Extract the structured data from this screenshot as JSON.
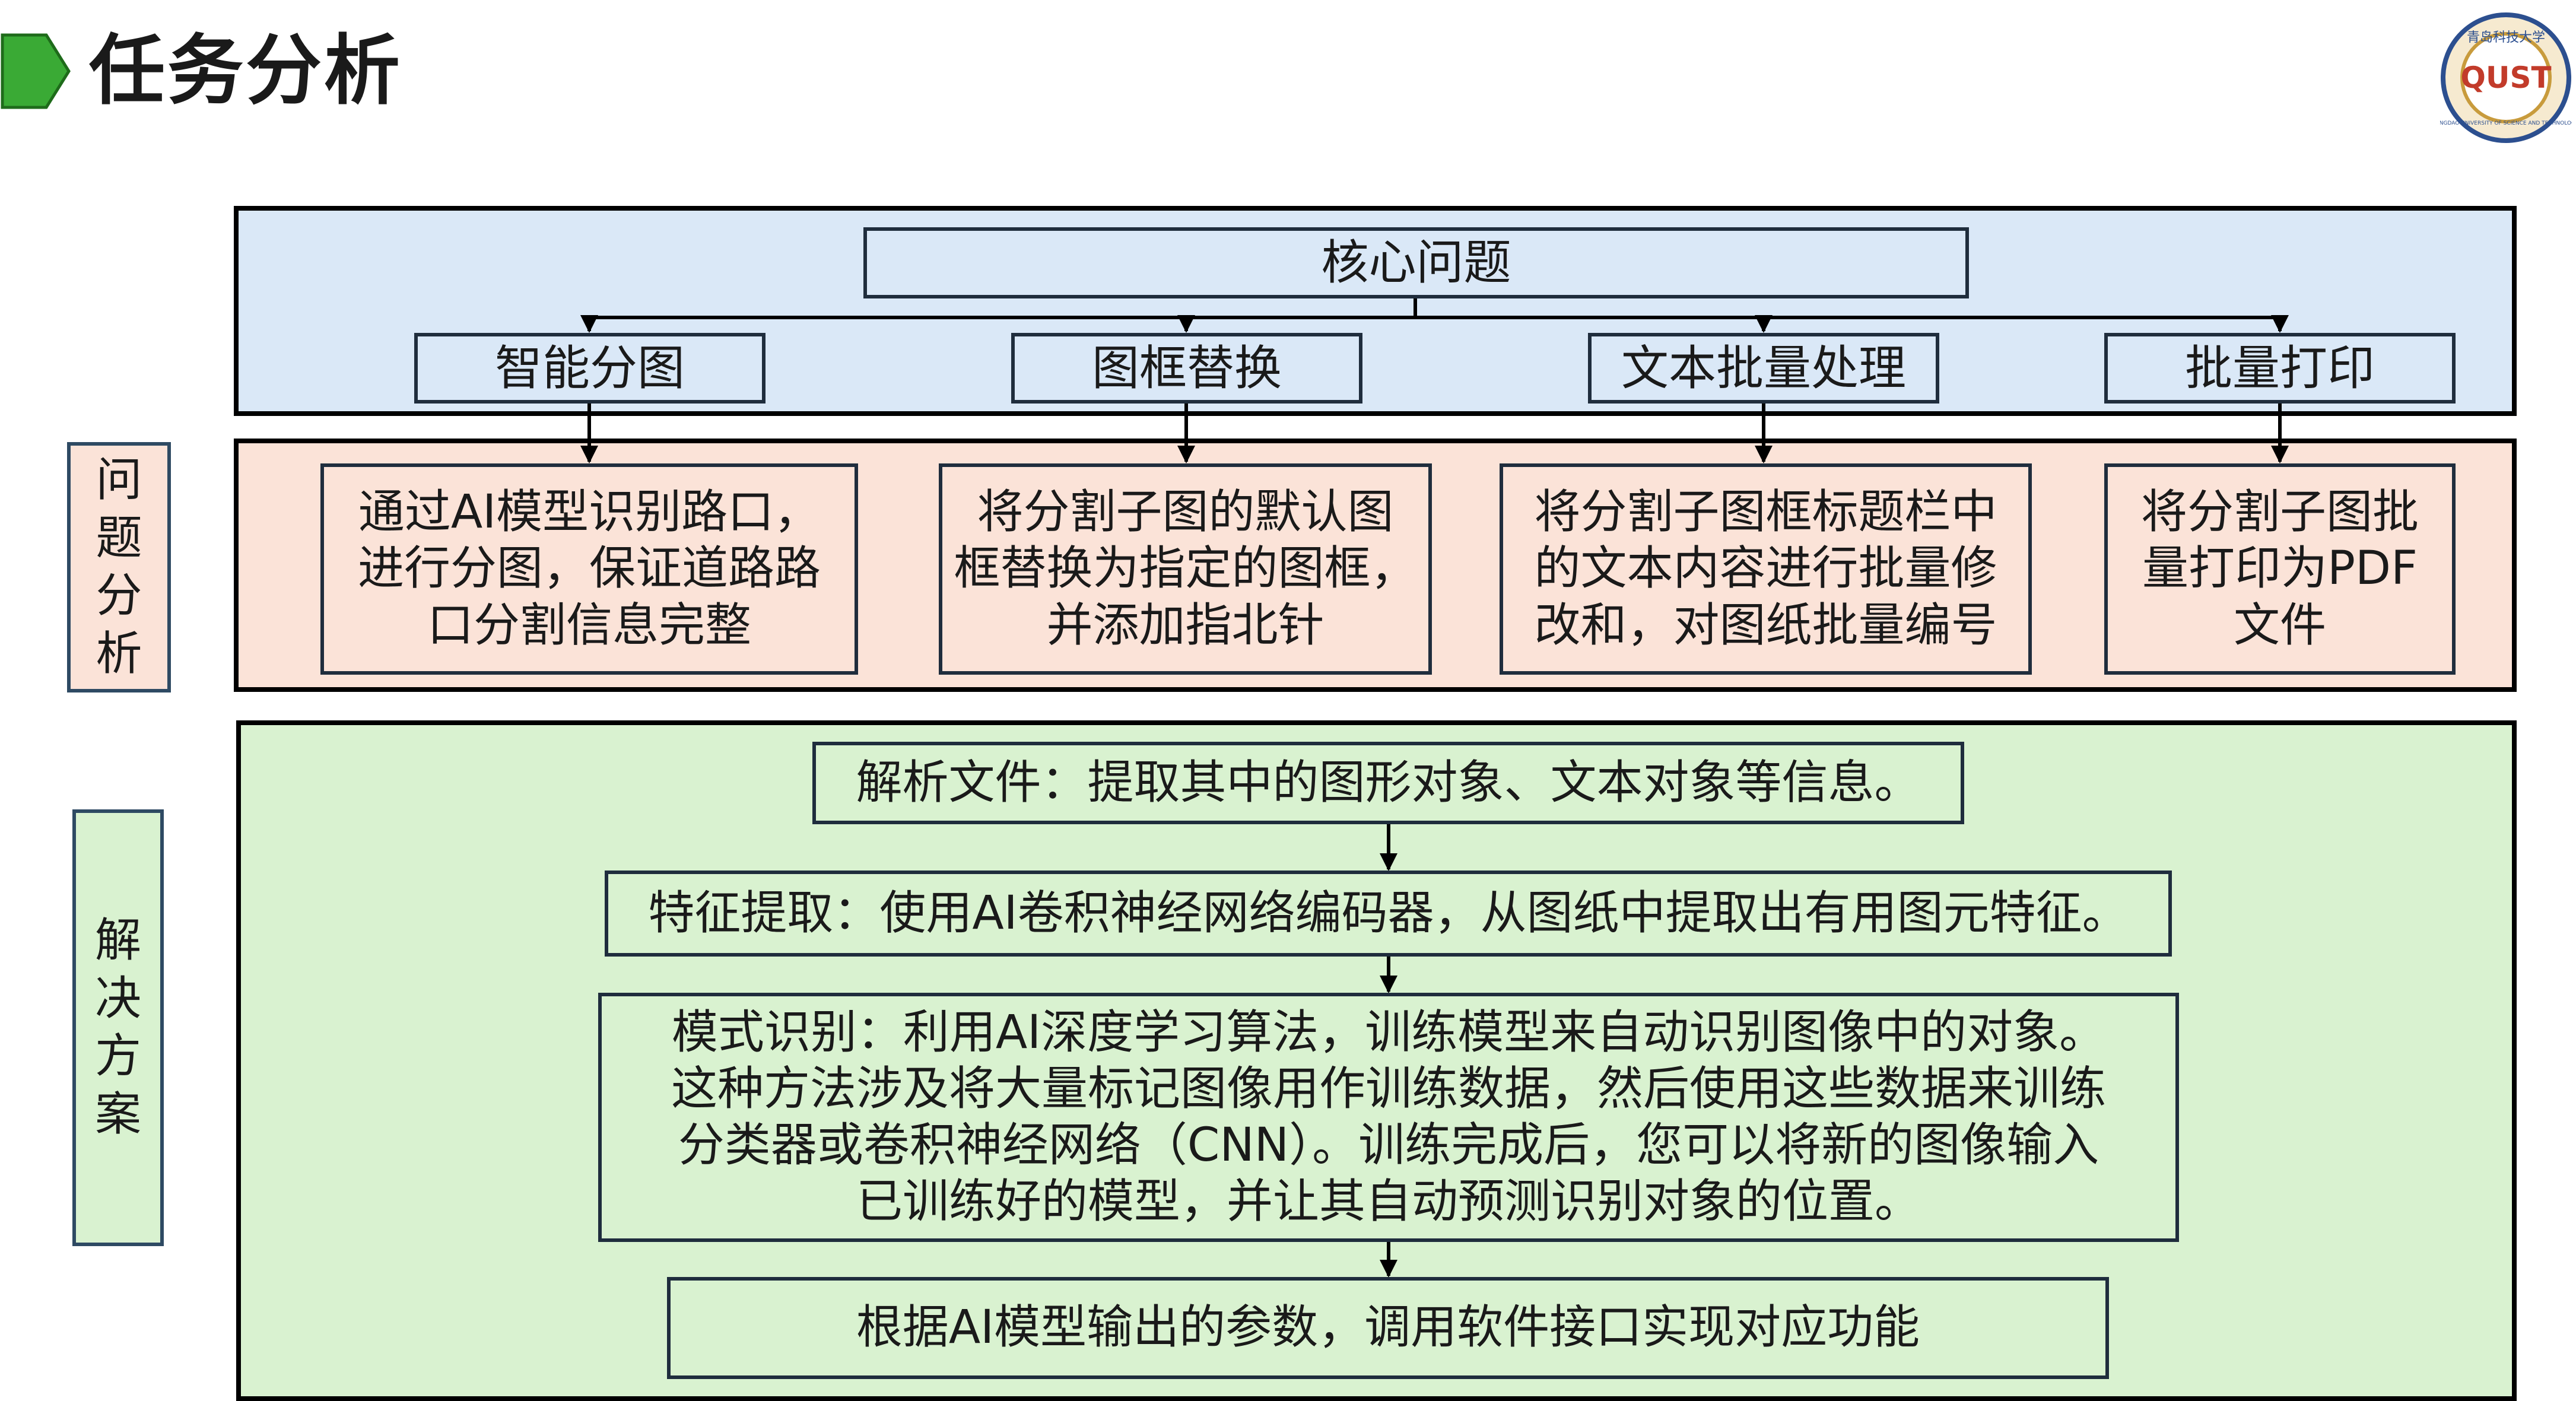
{
  "header": {
    "title": "任务分析",
    "accent_color": "#3aaa35",
    "logo": {
      "text": "QUST",
      "ring_text": "QINGDAO UNIVERSITY OF SCIENCE AND TECHNOLOGY",
      "top_text": "青岛科技大学"
    }
  },
  "colors": {
    "problem_bg": "#dae8f7",
    "analysis_bg": "#fbe3d8",
    "solution_bg": "#d9f2d0"
  },
  "diagram": {
    "core": "核心问题",
    "problems": [
      "智能分图",
      "图框替换",
      "文本批量处理",
      "批量打印"
    ],
    "analysis_label": [
      "问",
      "题",
      "分",
      "析"
    ],
    "analysis": [
      [
        "通过AI模型识别路口，",
        "进行分图，保证道路路",
        "口分割信息完整"
      ],
      [
        "将分割子图的默认图",
        "框替换为指定的图框，",
        "并添加指北针"
      ],
      [
        "将分割子图框标题栏中",
        "的文本内容进行批量修",
        "改和，对图纸批量编号"
      ],
      [
        "将分割子图批",
        "量打印为PDF",
        "文件"
      ]
    ],
    "solution_label": [
      "解",
      "决",
      "方",
      "案"
    ],
    "steps": [
      [
        "解析文件：提取其中的图形对象、文本对象等信息。"
      ],
      [
        "特征提取：使用AI卷积神经网络编码器，从图纸中提取出有用图元特征。"
      ],
      [
        "模式识别：利用AI深度学习算法，训练模型来自动识别图像中的对象。",
        "这种方法涉及将大量标记图像用作训练数据，然后使用这些数据来训练",
        "分类器或卷积神经网络（CNN）。训练完成后，您可以将新的图像输入",
        "已训练好的模型，并让其自动预测识别对象的位置。"
      ],
      [
        "根据AI模型输出的参数，调用软件接口实现对应功能"
      ]
    ]
  }
}
